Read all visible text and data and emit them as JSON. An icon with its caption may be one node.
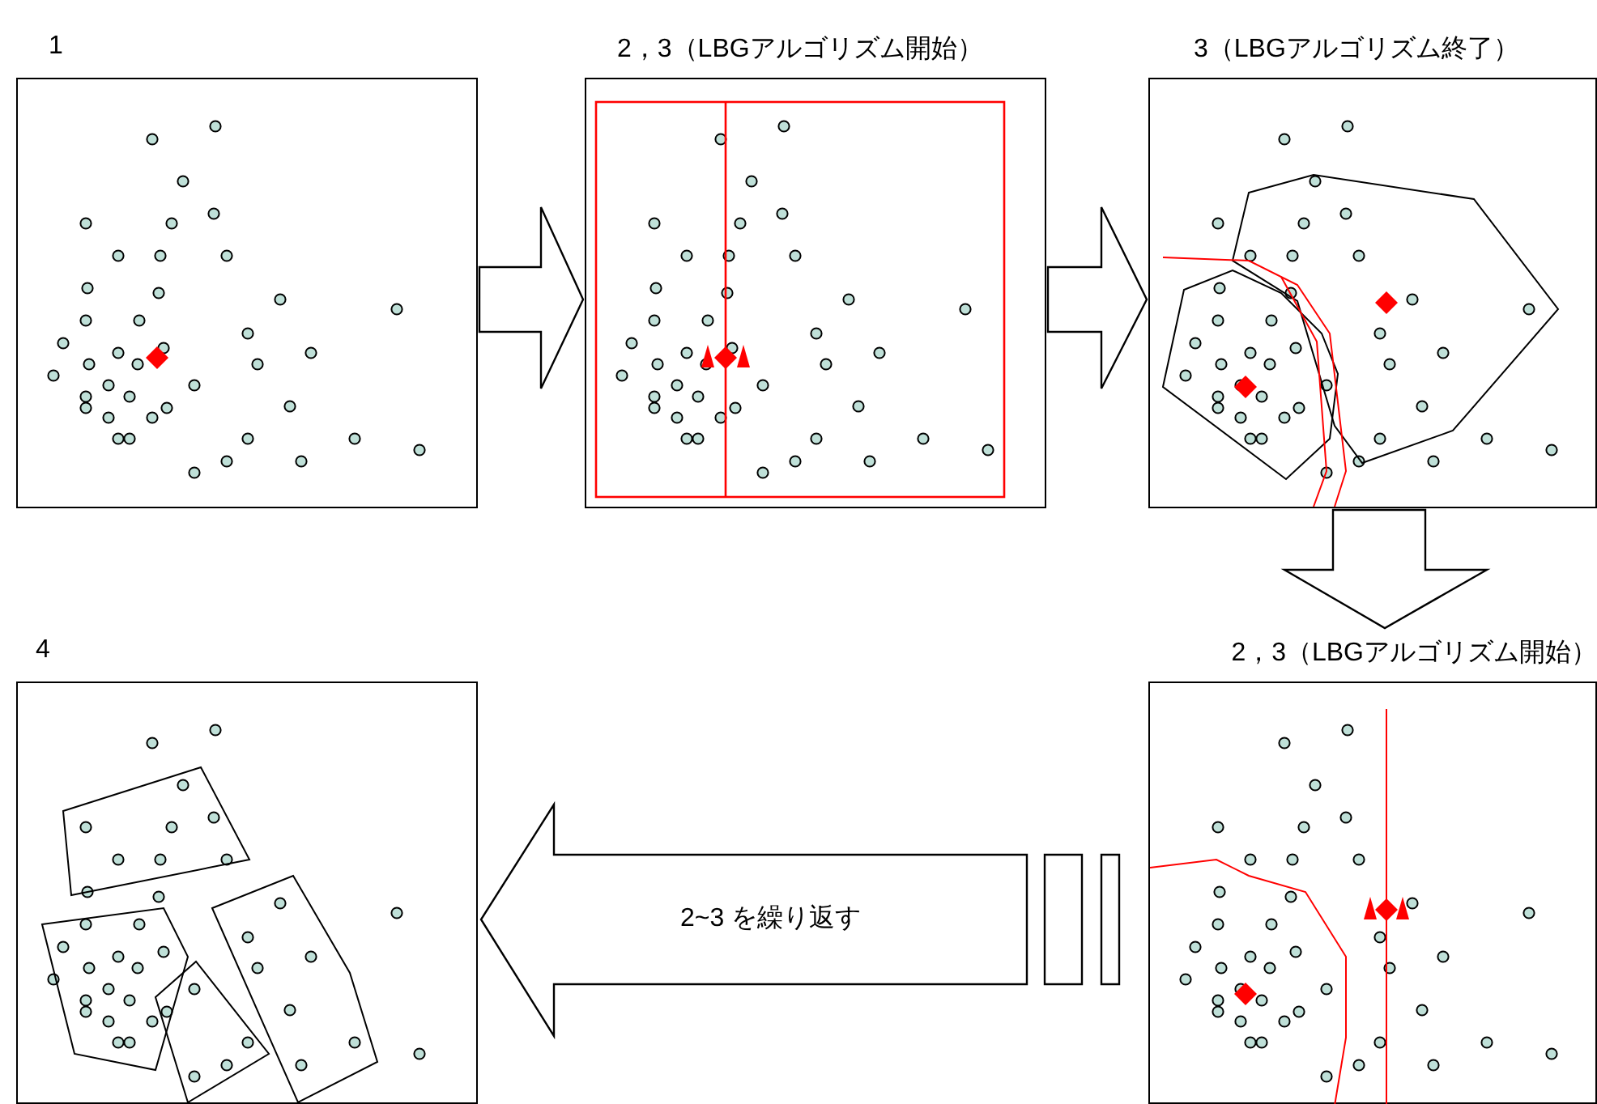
{
  "diagram": {
    "nodes": [
      {
        "text": [
          "1"
        ]
      },
      {
        "text": [
          "2，3（LBGアルゴリズム開始）"
        ]
      },
      {
        "text": [
          "3（LBGアルゴリズム終了）"
        ]
      },
      {
        "text": [
          "4"
        ]
      },
      {
        "text": [
          "2，3（LBGアルゴリズム開始）"
        ]
      }
    ],
    "edges": [
      {
        "from": 0,
        "to": 1,
        "arrow": "to"
      },
      {
        "from": 1,
        "to": 2,
        "arrow": "to"
      },
      {
        "from": 2,
        "to": 4,
        "arrow": "to"
      },
      {
        "from": 4,
        "to": 3,
        "arrow": "to",
        "label": "2~3 を繰り返す"
      }
    ]
  }
}
